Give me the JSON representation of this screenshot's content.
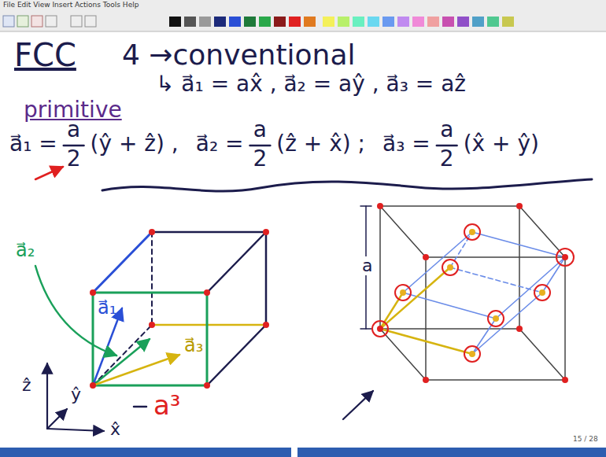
{
  "diagram": {
    "title": "FCC",
    "labels": [
      "File Edit View Insert Actions Tools Help",
      "4 →conventional",
      "↳ a⃗₁ = ax̂ , a⃗₂ = aŷ , a⃗₃ = aẑ",
      "primitive",
      "a⃗₁ =",
      "a",
      "2",
      "(ŷ + ẑ) ,",
      "a⃗₂ =",
      "a",
      "2",
      "(ẑ + x̂) ;",
      "a⃗₃ =",
      "a",
      "2",
      "(x̂ + ŷ)",
      "a⃗₂",
      "a⃗₁",
      "a⃗₃",
      "ẑ",
      "ŷ",
      "x̂",
      "a³",
      "a",
      "15 / 28"
    ]
  }
}
